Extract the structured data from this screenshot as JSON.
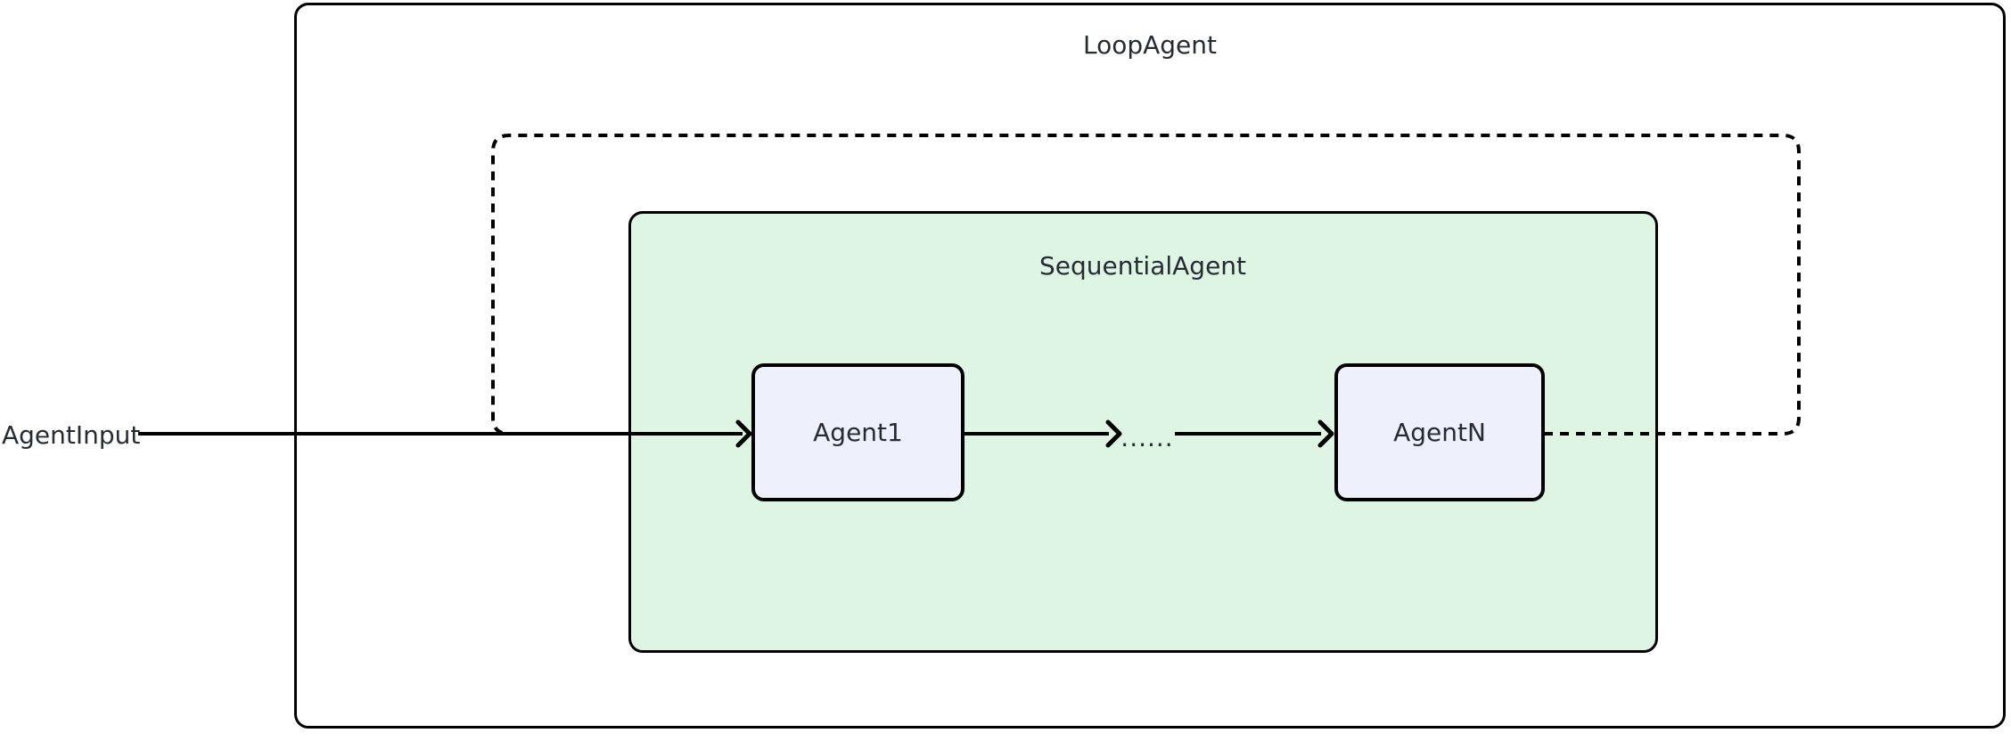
{
  "diagram": {
    "title": "LoopAgent",
    "loop_container": {
      "label": "LoopAgent"
    },
    "sequential_container": {
      "label": "SequentialAgent"
    },
    "nodes": [
      {
        "id": "agent1",
        "label": "Agent1"
      },
      {
        "id": "agentN",
        "label": "AgentN"
      }
    ],
    "external_input": {
      "label": "AgentInput"
    },
    "ellipsis": "......",
    "edges": [
      {
        "from": "AgentInput",
        "to": "Agent1",
        "style": "solid-arrow"
      },
      {
        "from": "Agent1",
        "to": "......",
        "style": "solid-arrow"
      },
      {
        "from": "......",
        "to": "AgentN",
        "style": "solid-arrow"
      },
      {
        "from": "AgentN",
        "to": "Agent1",
        "style": "dashed-loopback"
      }
    ],
    "colors": {
      "sequential_fill": "#def5e4",
      "node_fill": "#eef1fb",
      "stroke": "#000000",
      "text": "#262c33",
      "background": "#ffffff"
    }
  }
}
